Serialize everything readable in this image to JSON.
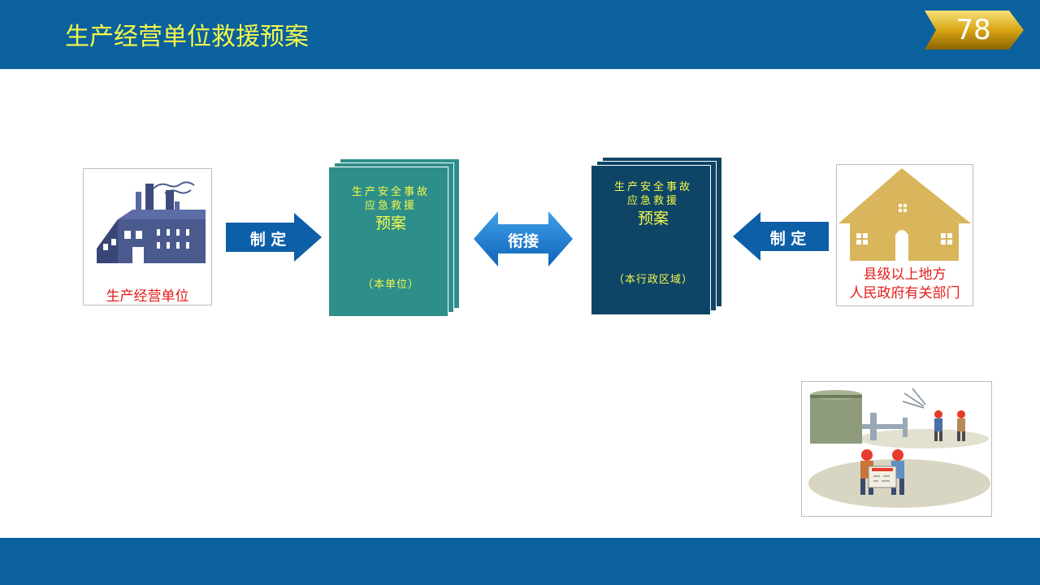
{
  "header": {
    "title": "生产经营单位救援预案",
    "page_number": "78"
  },
  "left_box": {
    "caption": "生产经营单位",
    "icon": "factory-icon"
  },
  "arrow_left": {
    "label": "制 定"
  },
  "doc_unit": {
    "line1": "生产安全事故",
    "line2": "应急救援",
    "line3": "预案",
    "scope": "（本单位）"
  },
  "connector": {
    "label": "衔接"
  },
  "doc_region": {
    "line1": "生产安全事故",
    "line2": "应急救援",
    "line3": "预案",
    "scope": "（本行政区域）"
  },
  "arrow_right": {
    "label": "制 定"
  },
  "right_box": {
    "caption_line1": "县级以上地方",
    "caption_line2": "人民政府有关部门",
    "icon": "house-icon"
  },
  "colors": {
    "header_bg": "#0b619d",
    "title_yellow": "#f4f84a",
    "doc_teal": "#2e8f8a",
    "doc_navy": "#0e4566",
    "arrow_blue": "#0d5fa7",
    "caption_red": "#e51b1b",
    "house_gold": "#d9b55c"
  }
}
